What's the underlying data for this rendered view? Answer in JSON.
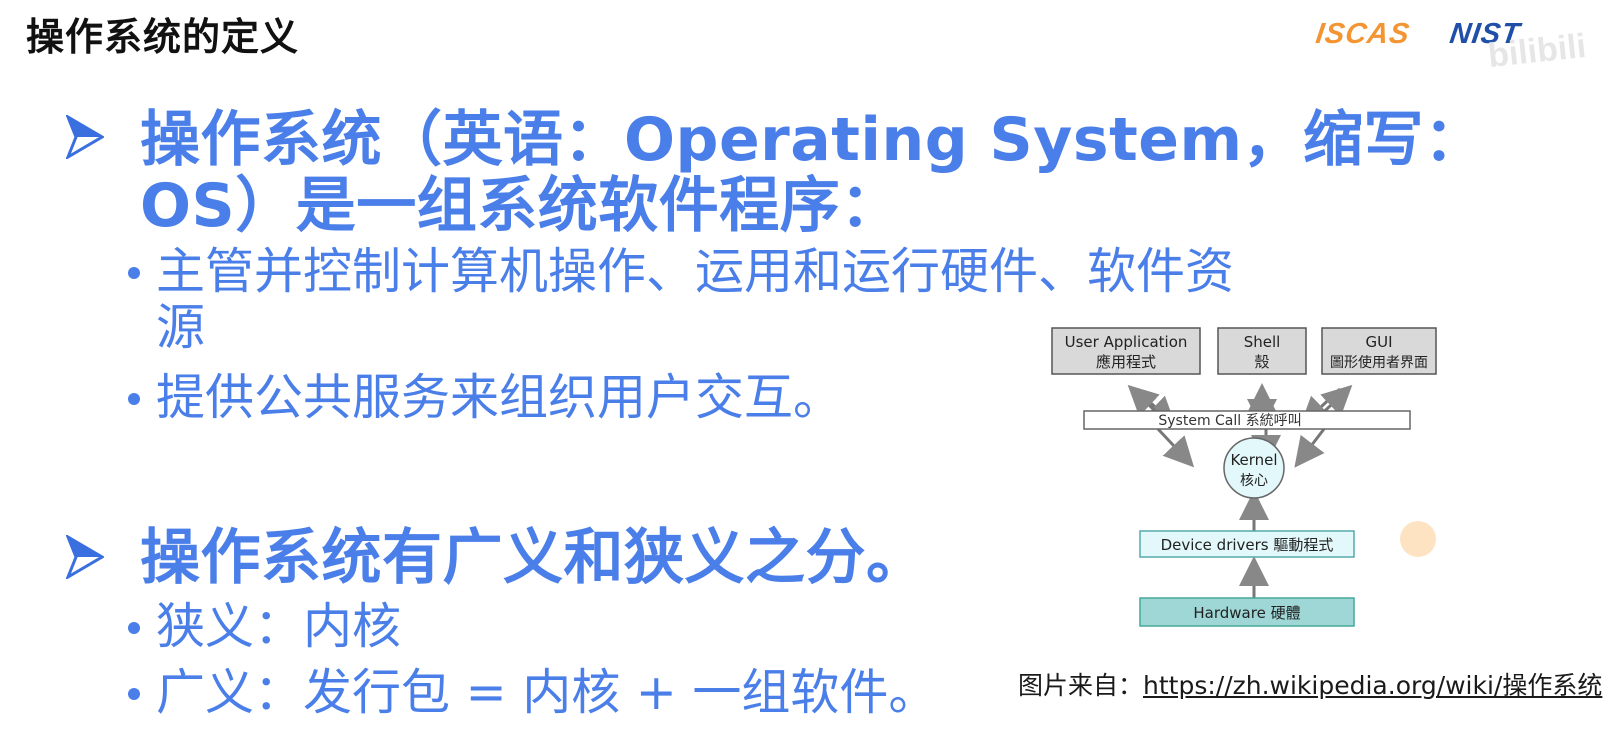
{
  "slide": {
    "title": "操作系统的定义",
    "logos": {
      "iscas": "ISCAS",
      "nist": "NIST",
      "watermark": "bilibili"
    }
  },
  "bullets": [
    {
      "heading_line1": "操作系统（英语：Operating System，缩写：",
      "heading_line2": "OS）是一组系统软件程序：",
      "items": [
        {
          "line1": "主管并控制计算机操作、运用和运行硬件、软件资",
          "line2": "源"
        },
        {
          "line1": "提供公共服务来组织用户交互。"
        }
      ]
    },
    {
      "heading_line1": "操作系统有广义和狭义之分。",
      "items": [
        {
          "line1": "狭义：内核"
        },
        {
          "line1": "广义：发行包 = 内核 + 一组软件。"
        }
      ]
    }
  ],
  "diagram": {
    "user_app": {
      "en": "User Application",
      "zh": "應用程式"
    },
    "shell": {
      "en": "Shell",
      "zh": "殼"
    },
    "gui": {
      "en": "GUI",
      "zh": "圖形使用者界面"
    },
    "syscall": "System Call 系統呼叫",
    "kernel": {
      "en": "Kernel",
      "zh": "核心"
    },
    "drivers": "Device drivers 驅動程式",
    "hardware": "Hardware 硬體"
  },
  "caption": {
    "prefix": "图片来自：",
    "link": "https://zh.wikipedia.org/wiki/操作系统"
  },
  "colors": {
    "accent": "#4a7ee8",
    "box_gray": "#d9d9d9",
    "box_cyan": "#e3f8fb",
    "box_teal": "#9fd6d6"
  }
}
